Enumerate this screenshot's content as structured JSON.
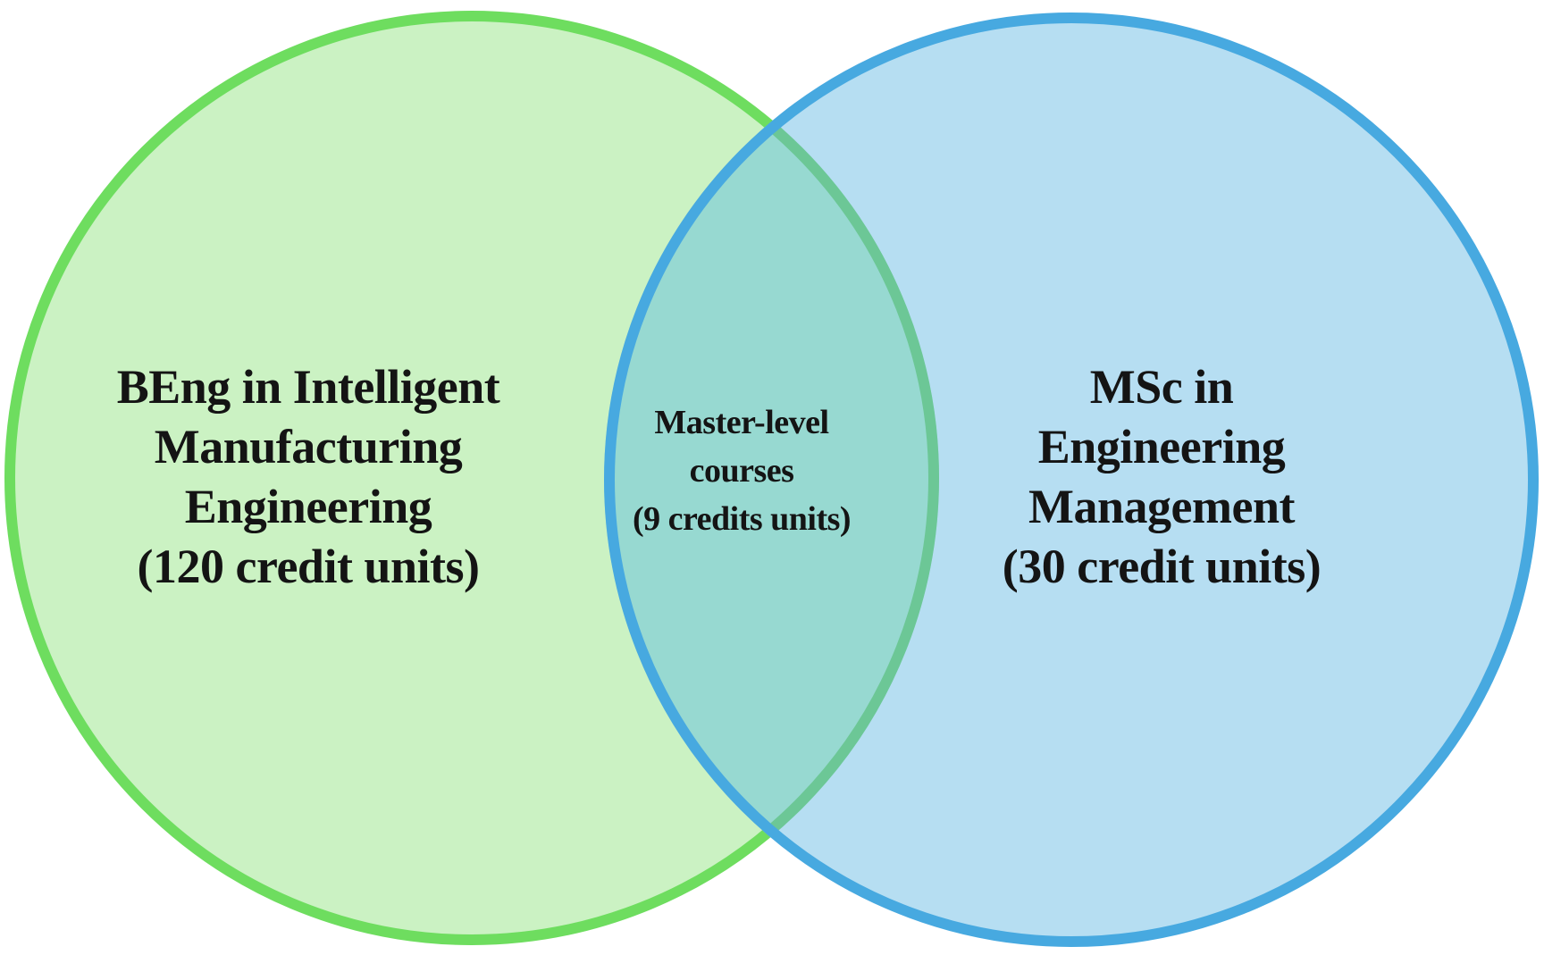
{
  "diagram": {
    "type": "venn",
    "background_color": "#ffffff",
    "text_color": "#141414",
    "left_circle": {
      "label": "BEng in Intelligent\nManufacturing\nEngineering\n(120 credit units)",
      "fill_color": "#cbf2c3",
      "stroke_color": "#6edd5f"
    },
    "right_circle": {
      "label": "MSc in\nEngineering\nManagement\n(30 credit units)",
      "fill_color": "#b6def2",
      "stroke_color": "#47a9e0"
    },
    "overlap": {
      "label": "Master-level\ncourses\n(9 credits units)",
      "fill_color": "#97d9d1",
      "left_arc_tint_color": "#6cc796"
    }
  }
}
